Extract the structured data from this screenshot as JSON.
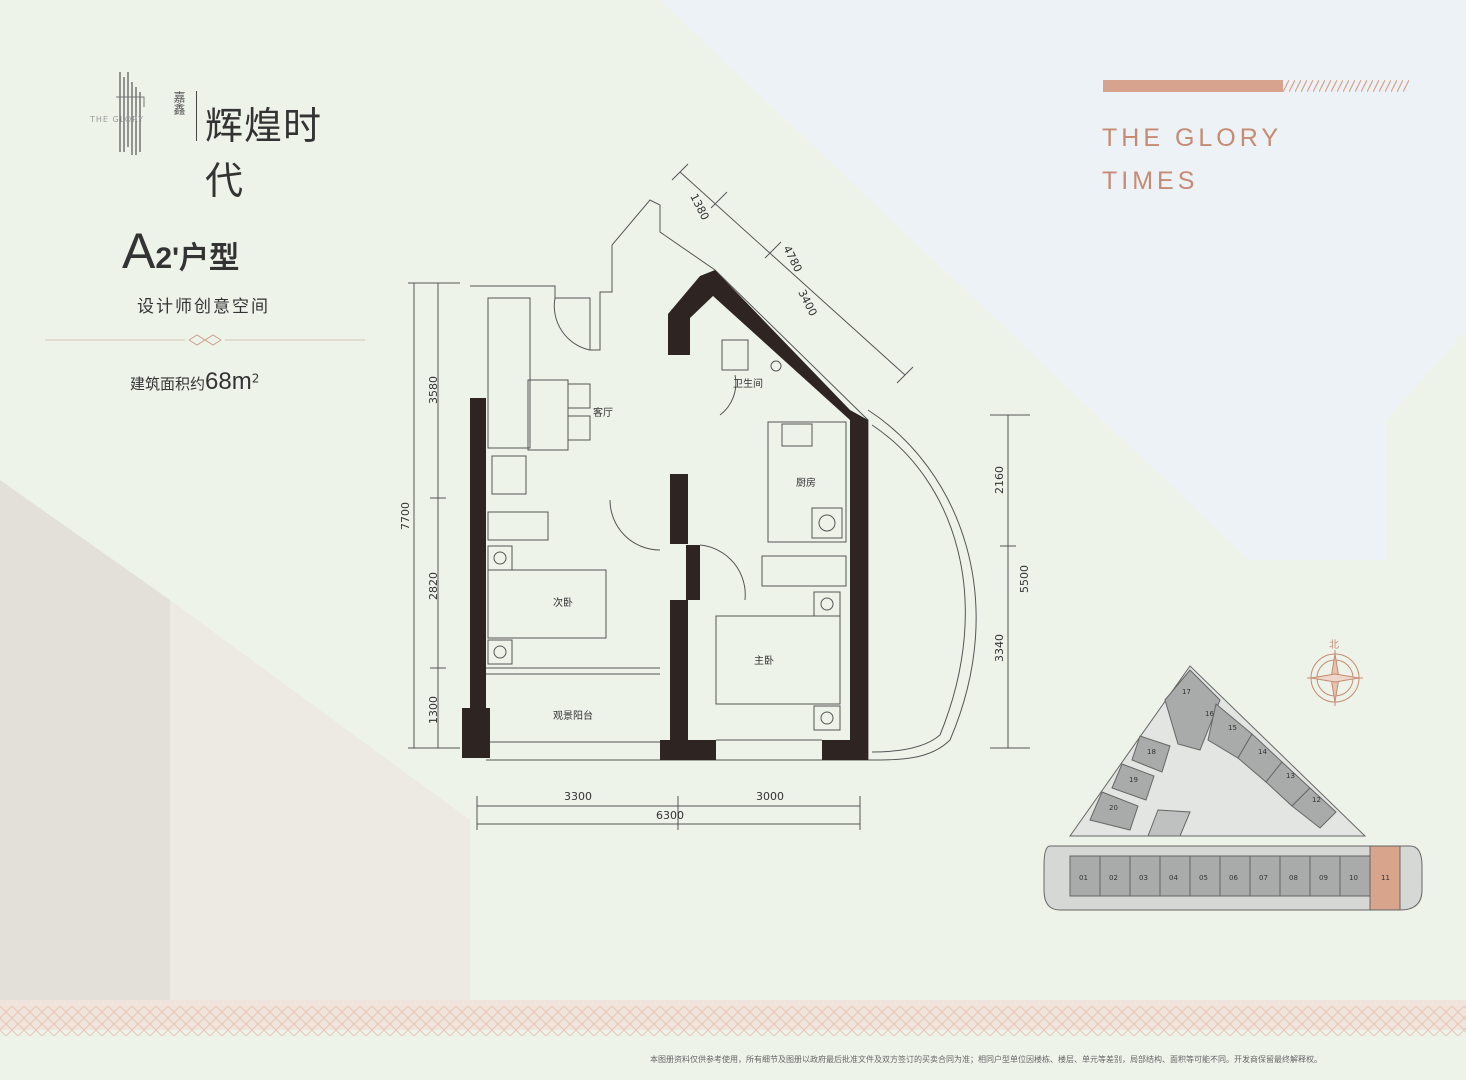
{
  "brand": {
    "name_cn": "辉煌时代",
    "developer_cn": "嘉鑫",
    "logo_text": "THE GLORY"
  },
  "tagline": {
    "line1": "THE GLORY",
    "line2": "TIMES"
  },
  "unit": {
    "letter": "A",
    "suffix": "2'户型",
    "subtitle": "设计师创意空间",
    "area_label": "建筑面积约",
    "area_value": "68m",
    "area_sup": "2"
  },
  "rooms": {
    "living": "客厅",
    "bath": "卫生间",
    "kitchen": "厨房",
    "second_bed": "次卧",
    "master_bed": "主卧",
    "balcony": "观景阳台"
  },
  "dimensions": {
    "top_1": "1380",
    "top_2": "4780",
    "top_3": "3400",
    "left_1": "3580",
    "left_total": "7700",
    "left_2": "2820",
    "left_3": "1300",
    "right_1": "2160",
    "right_total": "5500",
    "right_2": "3340",
    "bottom_1": "3300",
    "bottom_2": "3000",
    "bottom_total": "6300"
  },
  "compass": {
    "north": "北"
  },
  "keyplan": {
    "units_bottom": [
      "01",
      "02",
      "03",
      "04",
      "05",
      "06",
      "07",
      "08",
      "09",
      "10",
      "11"
    ],
    "units_upper": [
      "12",
      "13",
      "14",
      "15",
      "16",
      "17",
      "18",
      "19",
      "20"
    ],
    "highlight_unit": "11",
    "highlight_color": "#d9a48c"
  },
  "colors": {
    "accent": "#c58b73",
    "wall": "#2e2523",
    "background": "#eef3ea"
  },
  "disclaimer": "本图册资料仅供参考使用，所有细节及图册以政府最后批准文件及双方签订的买卖合同为准；相同户型单位因楼栋、楼层、单元等差别，局部结构、面积等可能不同。开发商保留最终解释权。"
}
